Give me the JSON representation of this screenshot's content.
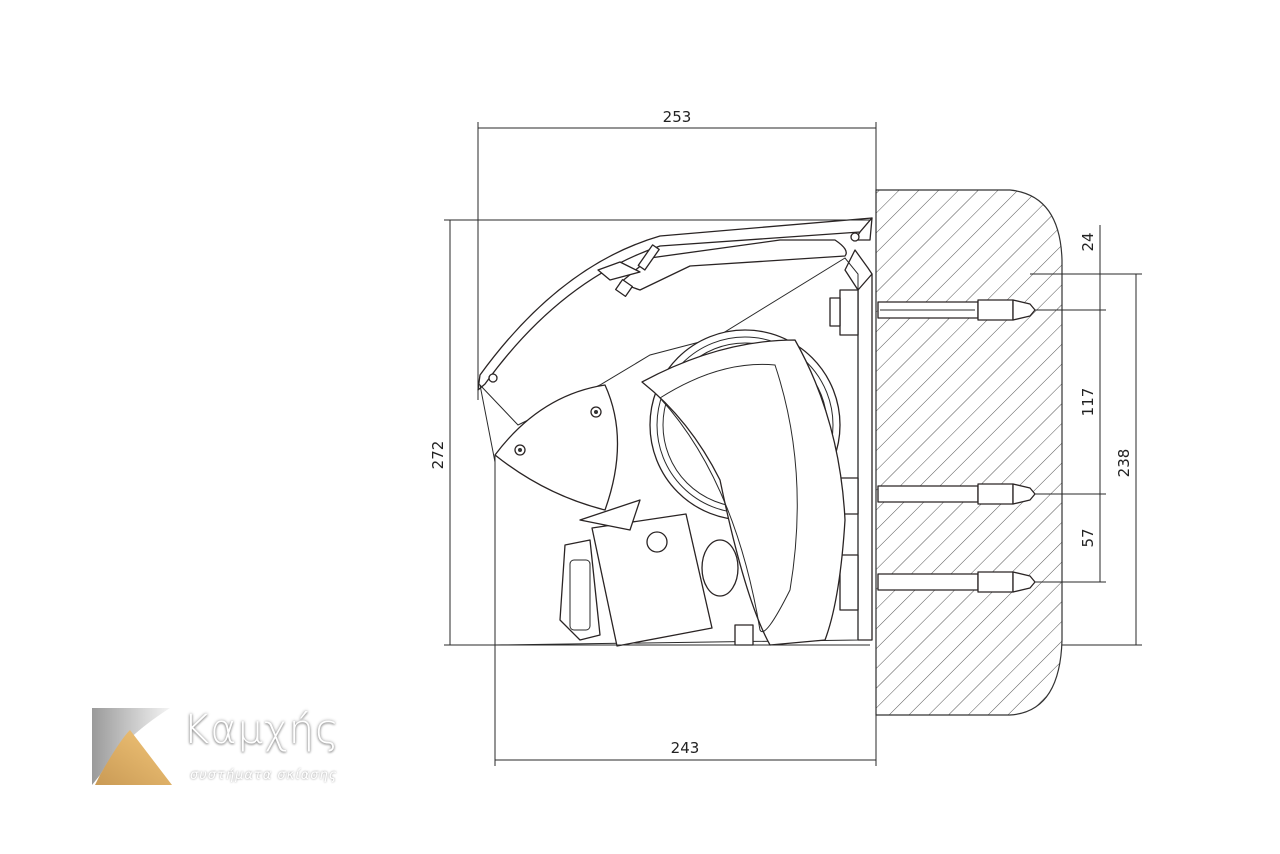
{
  "dimensions": {
    "top_width": "253",
    "bottom_width": "243",
    "total_height": "272",
    "top_offset": "24",
    "upper_spacing": "117",
    "lower_spacing": "57",
    "bracket_height": "238"
  },
  "logo": {
    "name": "Καμχής",
    "tagline": "συστήματα σκίασης"
  },
  "colors": {
    "line": "#2a2424",
    "logo_gold": "#e8b86a",
    "logo_gray": "#b0b0b0"
  }
}
